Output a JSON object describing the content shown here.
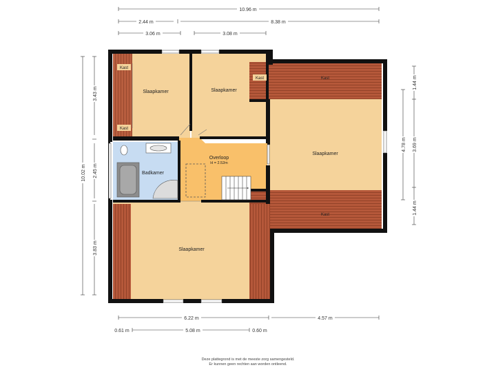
{
  "dimensions": {
    "top_total": "10.96 m",
    "top_left_a": "2.44 m",
    "top_right_a": "8.38 m",
    "top_left_b": "3.06 m",
    "top_mid_b": "3.08 m",
    "left_total": "10.02 m",
    "left_a": "3.43 m",
    "left_b": "2.45 m",
    "left_c": "3.83 m",
    "right_outer": "4.78 m",
    "right_top": "1.44 m",
    "right_mid": "3.69 m",
    "right_bottom": "1.44 m",
    "bottom_left": "6.22 m",
    "bottom_right": "4.57 m",
    "bottom_small_left": "0.61 m",
    "bottom_mid": "5.08 m",
    "bottom_small_right": "0.60 m"
  },
  "rooms": {
    "slaapkamer_1": "Slaapkamer",
    "slaapkamer_2": "Slaapkamer",
    "slaapkamer_3": "Slaapkamer",
    "slaapkamer_4": "Slaapkamer",
    "overloop": "Overloop",
    "overloop_height": "H = 2.52m",
    "badkamer": "Badkamer",
    "kast_1": "Kast",
    "kast_2": "Kast",
    "kast_3": "Kast",
    "kast_4": "Kast",
    "kast_5": "Kast"
  },
  "colors": {
    "room_fill": "#f5d39b",
    "landing_fill": "#f9c06a",
    "bath_fill": "#c7dcf2",
    "roof_fill": "#b5583a",
    "wall": "#111111"
  },
  "footer": {
    "line1": "Deze plattegrond is met de meeste zorg samengesteld.",
    "line2": "Er kunnen geen rechten aan worden ontleend."
  }
}
